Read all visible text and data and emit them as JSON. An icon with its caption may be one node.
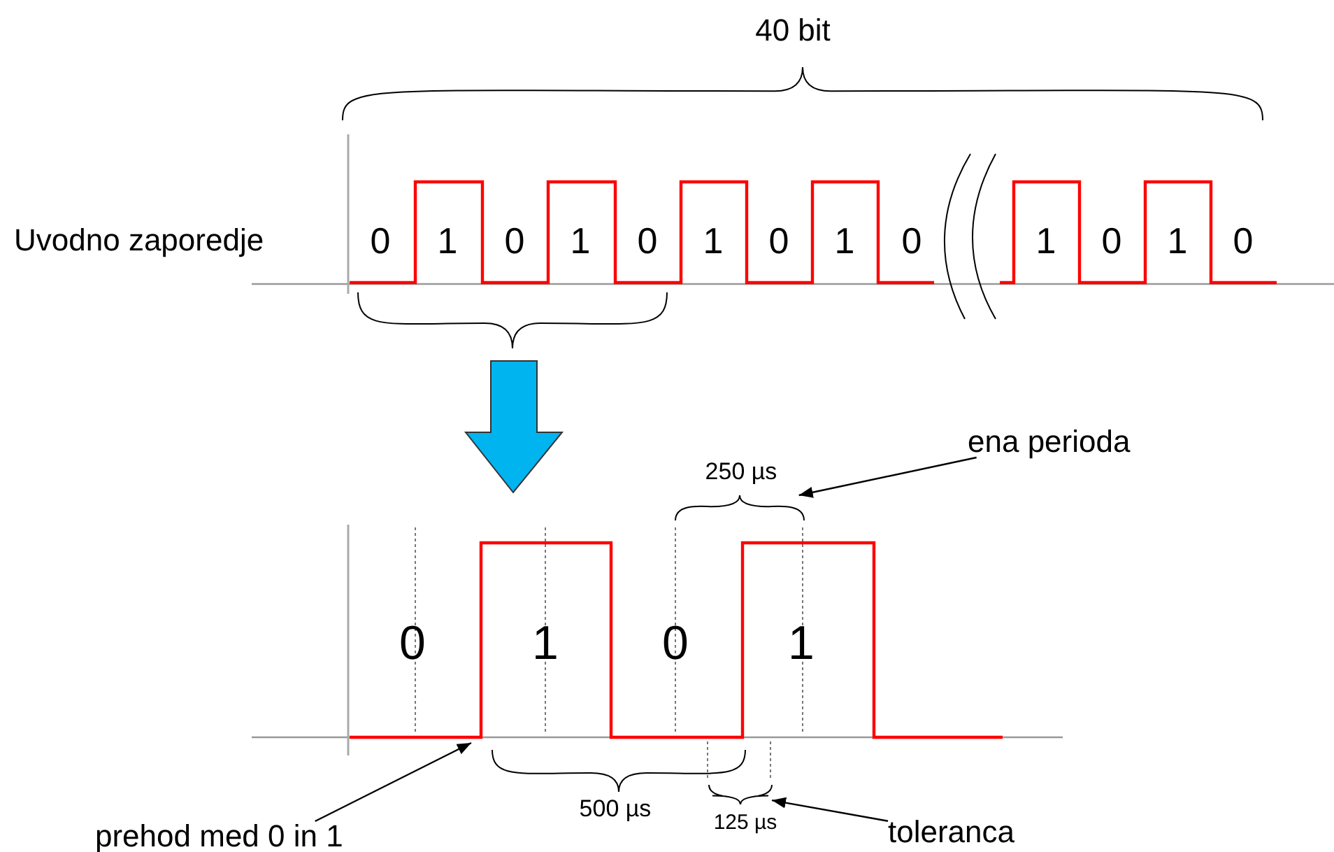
{
  "diagram": {
    "nodes": [
      {
        "text": [
          "ena perioda"
        ]
      },
      {
        "text": [
          "toleranca"
        ]
      },
      {
        "text": [
          "prehod med 0 in 1"
        ]
      },
      {
        "text": [],
        "shape": "brace",
        "beside": [
          "250 µs"
        ]
      },
      {
        "text": [],
        "shape": "brace",
        "beside": [
          "125 µs"
        ]
      },
      {
        "text": [],
        "shape": "waveform"
      }
    ],
    "edges": [
      {
        "from": 0,
        "to": 3,
        "arrow": "to"
      },
      {
        "from": 1,
        "to": 4,
        "arrow": "to"
      },
      {
        "from": 2,
        "to": 5,
        "arrow": "to"
      }
    ],
    "labels": [
      "40 bit",
      "Uvodno zaporedje",
      "0",
      "1",
      "0",
      "1",
      "0",
      "1",
      "0",
      "1",
      "0",
      "1",
      "0",
      "1",
      "0",
      "0",
      "1",
      "0",
      "1",
      "500 µs"
    ]
  }
}
